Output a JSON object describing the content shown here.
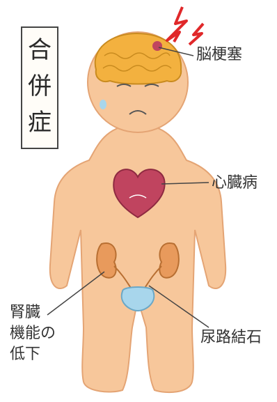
{
  "title": [
    "合",
    "併",
    "症"
  ],
  "labels": {
    "stroke": "脳梗塞",
    "heart": "心臓病",
    "kidney_line1": "腎臓",
    "kidney_line2": "機能の",
    "kidney_line3": "低下",
    "stone": "尿路結石"
  },
  "colors": {
    "skin": "#f7c79b",
    "skin_outline": "#e4a474",
    "brain": "#f3b13f",
    "heart": "#c0445f",
    "bladder": "#a8d6ec",
    "lightning": "#e0282a",
    "line": "#444444"
  }
}
